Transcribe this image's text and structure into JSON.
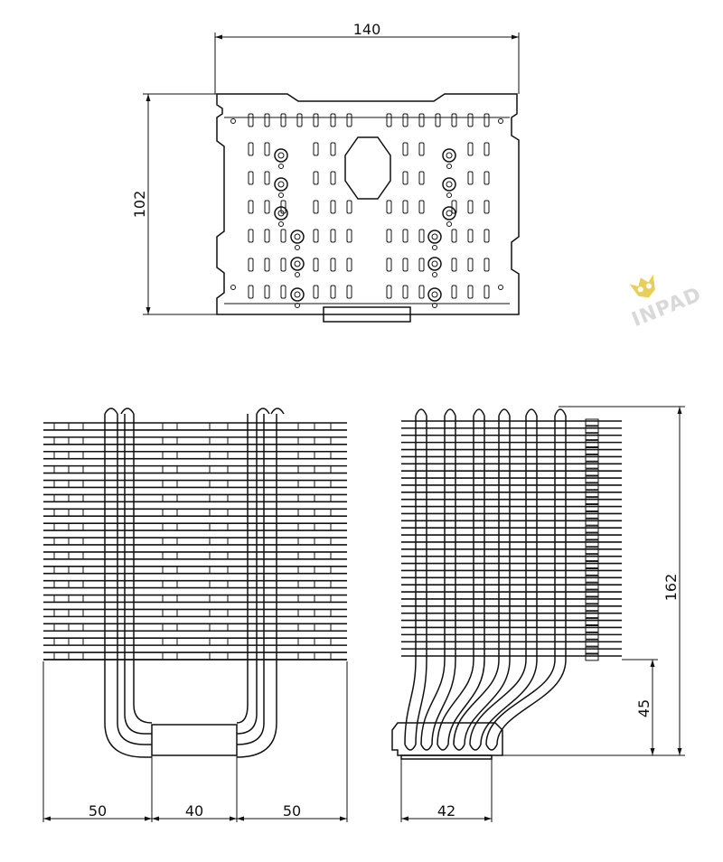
{
  "top_view": {
    "width_label": "140",
    "height_label": "102"
  },
  "front_view": {
    "dim_left": "50",
    "dim_center": "40",
    "dim_right": "50"
  },
  "side_view": {
    "height_total": "162",
    "height_lower": "45",
    "base_width": "42"
  },
  "watermark": {
    "text": "INPAD",
    "icon": "owl-logo-icon",
    "color_icon": "#e8cf5a",
    "color_text": "#d6d6d6"
  }
}
